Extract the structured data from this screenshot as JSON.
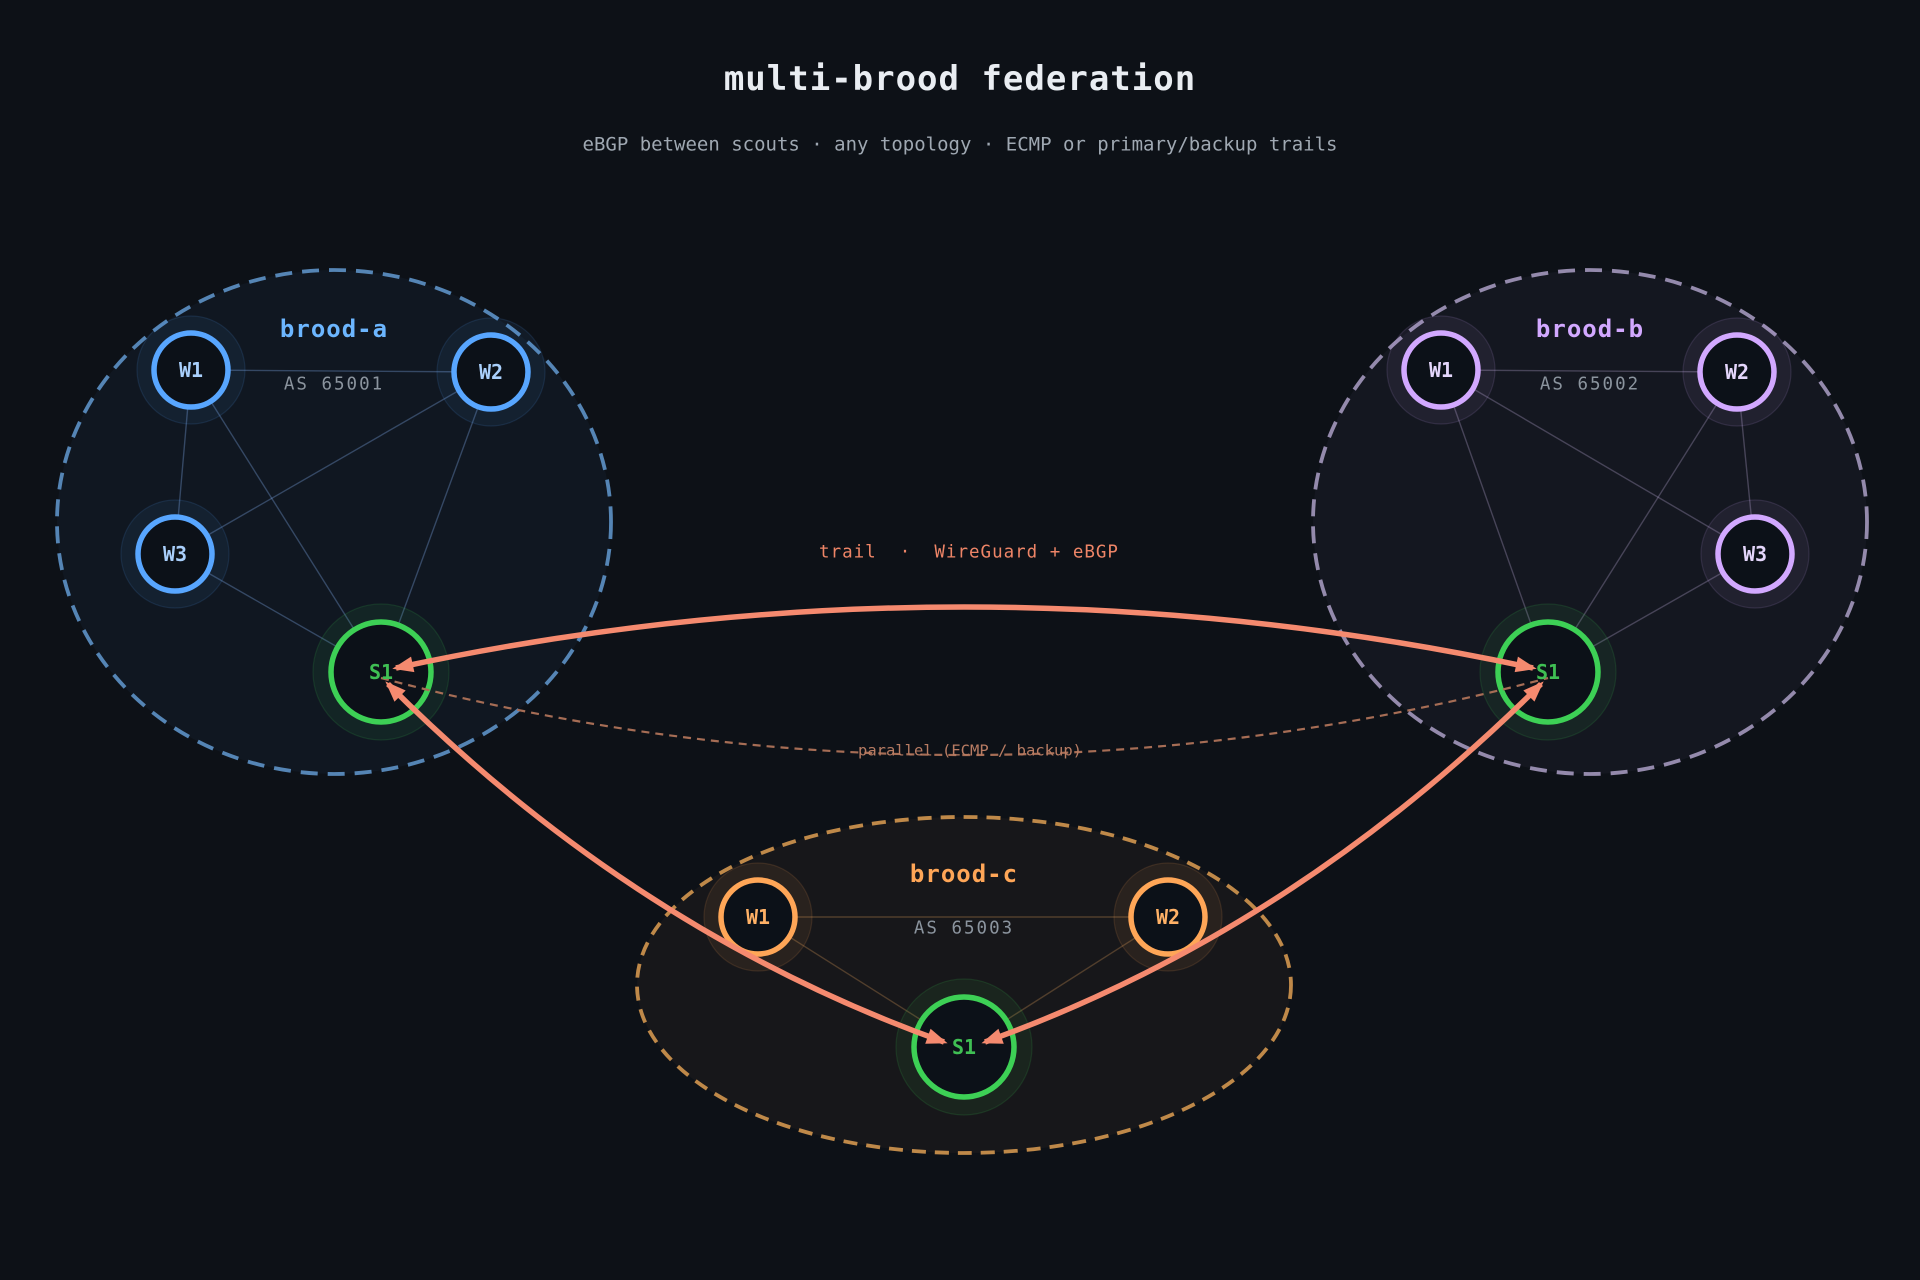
{
  "page": {
    "background_color": "#0d1117"
  },
  "header": {
    "title": "multi-brood federation",
    "subtitle": "eBGP between scouts · any topology · ECMP or primary/backup trails"
  },
  "clusters": [
    {
      "name": "brood-a",
      "as_label": "AS 65001",
      "accent_color": "#58a6ff",
      "nodes": [
        {
          "label": "W1"
        },
        {
          "label": "W2"
        },
        {
          "label": "W3"
        },
        {
          "label": "S1"
        }
      ]
    },
    {
      "name": "brood-b",
      "as_label": "AS 65002",
      "accent_color": "#d2a8ff",
      "nodes": [
        {
          "label": "W1"
        },
        {
          "label": "W2"
        },
        {
          "label": "W3"
        },
        {
          "label": "S1"
        }
      ]
    },
    {
      "name": "brood-c",
      "as_label": "AS 65003",
      "accent_color": "#ffa657",
      "nodes": [
        {
          "label": "W1"
        },
        {
          "label": "W2"
        },
        {
          "label": "S1"
        }
      ]
    }
  ],
  "links": {
    "trail_label": "trail  ·  WireGuard + eBGP",
    "trail_color": "#f58a6f",
    "parallel_label": "parallel (ECMP / backup)",
    "parallel_color": "#a66d55",
    "scout_color": "#3dd055"
  }
}
